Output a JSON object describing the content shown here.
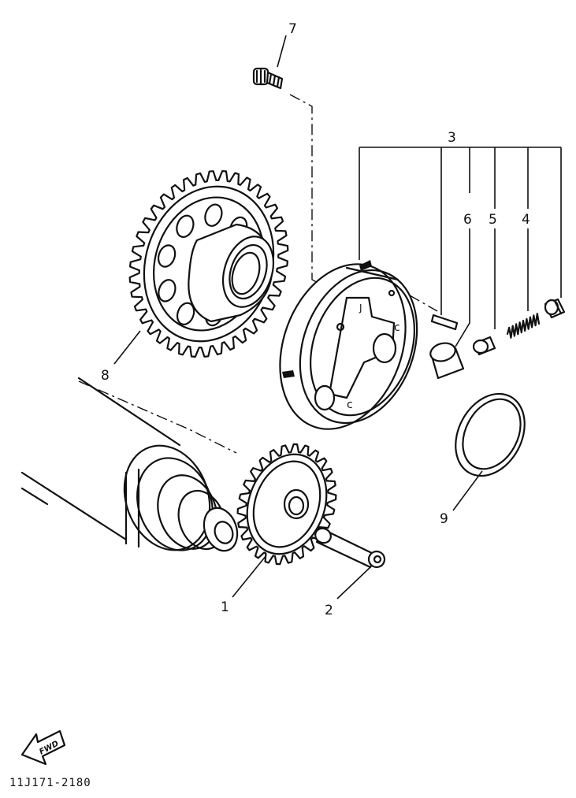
{
  "diagram": {
    "labels": {
      "part1": "1",
      "part2": "2",
      "part3": "3",
      "part4": "4",
      "part5": "5",
      "part6": "6",
      "part7": "7",
      "part8": "8",
      "part9": "9"
    },
    "fwd_label": "FWD",
    "drawing_code": "11J171-2180",
    "colors": {
      "ink": "#111111",
      "paper": "#ffffff"
    }
  }
}
